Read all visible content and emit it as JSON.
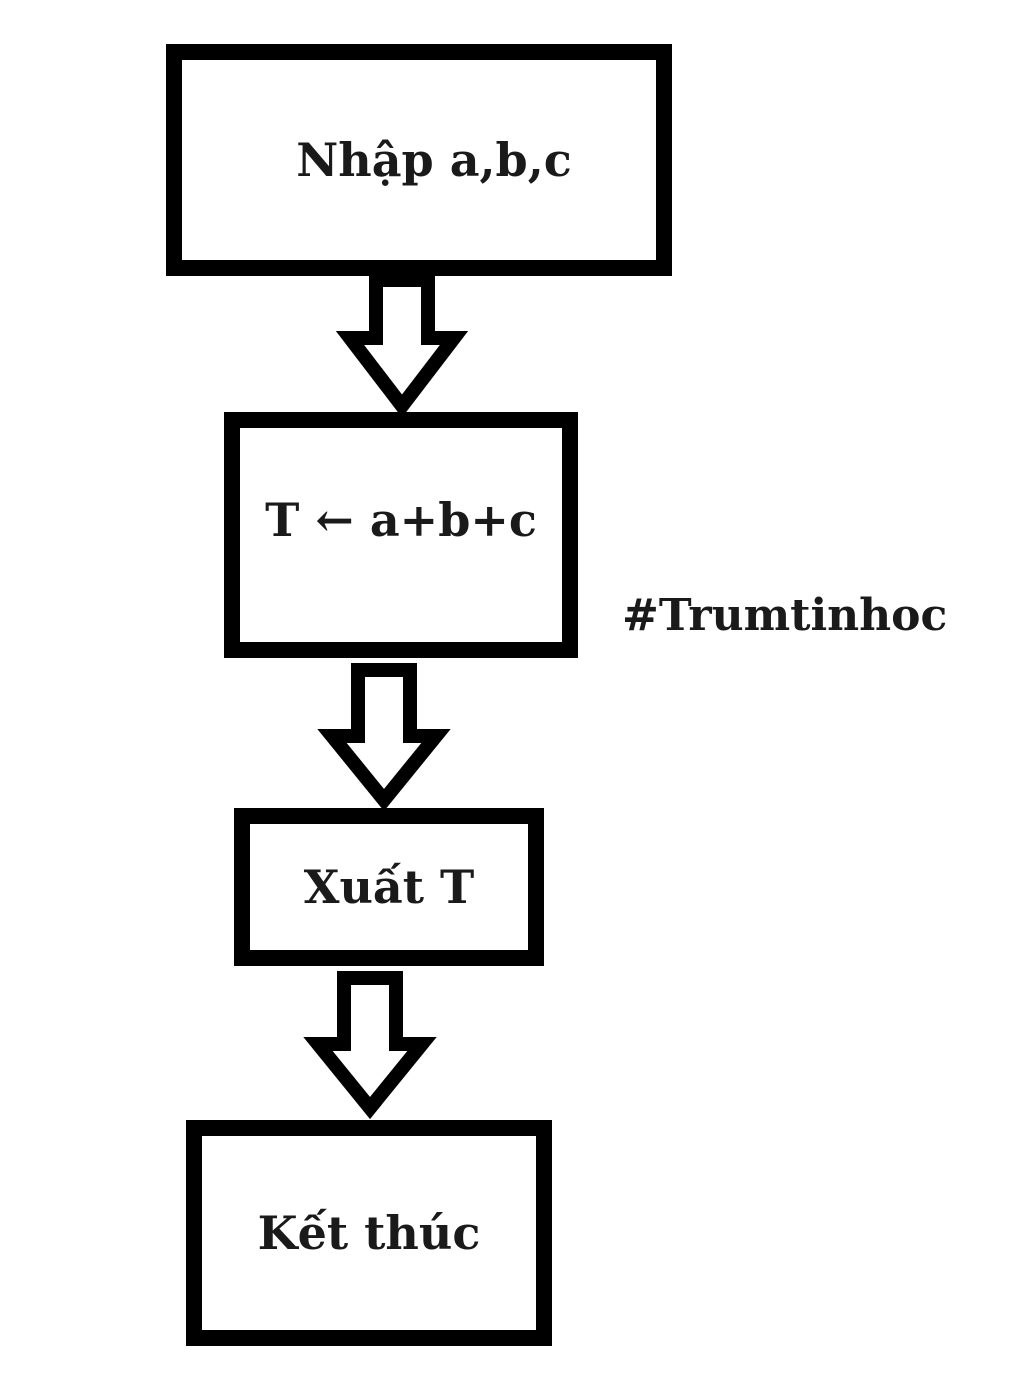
{
  "flowchart": {
    "steps": [
      {
        "id": "input",
        "label": "Nhập a,b,c"
      },
      {
        "id": "assign",
        "label": "T ← a+b+c"
      },
      {
        "id": "output",
        "label": "Xuất T"
      },
      {
        "id": "end",
        "label": "Kết thúc"
      }
    ],
    "connectors": [
      {
        "from": "input",
        "to": "assign",
        "style": "hollow-block-arrow"
      },
      {
        "from": "assign",
        "to": "output",
        "style": "hollow-block-arrow"
      },
      {
        "from": "output",
        "to": "end",
        "style": "hollow-block-arrow"
      }
    ]
  },
  "watermark": "#Trumtinhoc",
  "colors": {
    "stroke": "#000000",
    "background": "#ffffff",
    "text": "#1a1a1a"
  }
}
